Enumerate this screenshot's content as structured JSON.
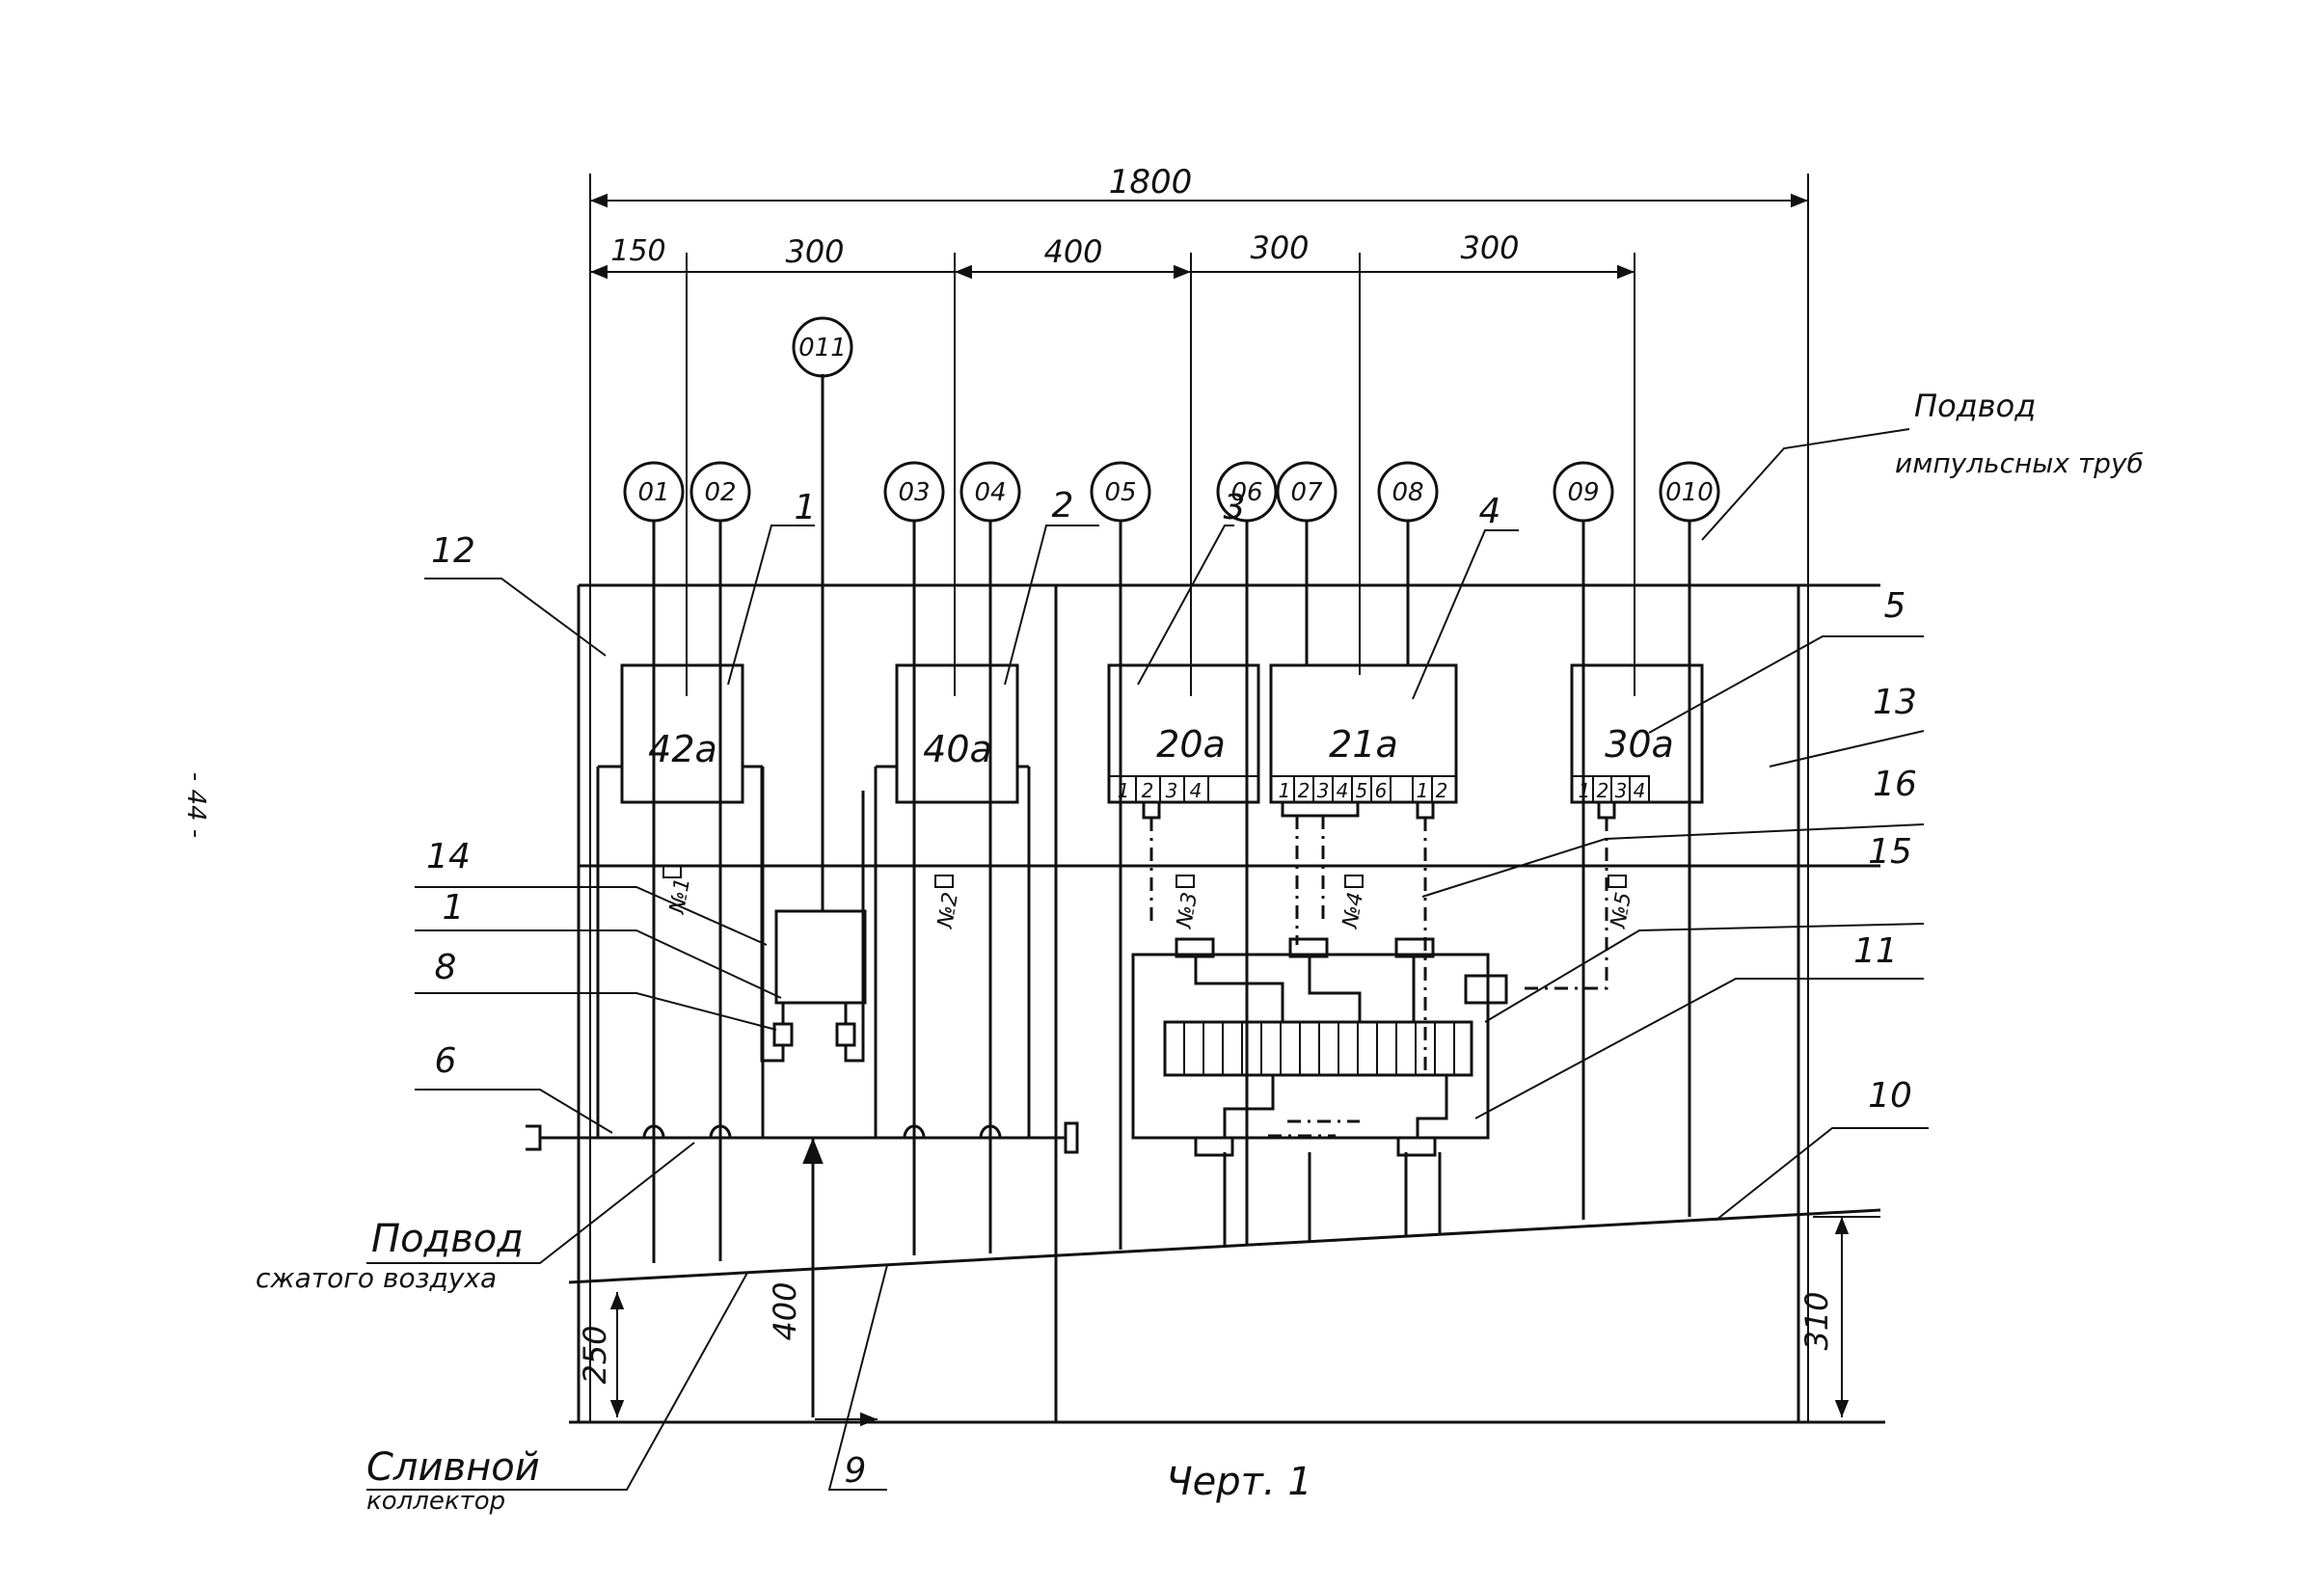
{
  "page_number": "- 44 -",
  "caption": "Черт. 1",
  "dimensions": {
    "total": "1800",
    "segments": [
      "150",
      "300",
      "400",
      "300",
      "300"
    ],
    "left_height": "250",
    "mid_height": "400",
    "right_height": "310"
  },
  "circles": [
    "01",
    "02",
    "011",
    "03",
    "04",
    "05",
    "06",
    "07",
    "08",
    "09",
    "010"
  ],
  "devices": [
    {
      "label": "42а"
    },
    {
      "label": "40а"
    },
    {
      "label": "20а",
      "terminals": [
        "1",
        "2",
        "3",
        "4"
      ]
    },
    {
      "label": "21а",
      "terminals": [
        "1",
        "2",
        "3",
        "4",
        "5",
        "6",
        "1",
        "2"
      ]
    },
    {
      "label": "30а",
      "terminals": [
        "1",
        "2",
        "3",
        "4"
      ]
    }
  ],
  "tags": [
    "№1",
    "№2",
    "№3",
    "№4",
    "№5"
  ],
  "callouts": [
    "1",
    "2",
    "3",
    "4",
    "5",
    "6",
    "8",
    "1",
    "9",
    "10",
    "11",
    "12",
    "13",
    "14",
    "15",
    "16"
  ],
  "notes": {
    "impulse_top": "Подвод",
    "impulse_bottom": "импульсных труб",
    "air_top": "Подвод",
    "air_bottom": "сжатого воздуха",
    "drain_top": "Сливной",
    "drain_bottom": "коллектор"
  }
}
